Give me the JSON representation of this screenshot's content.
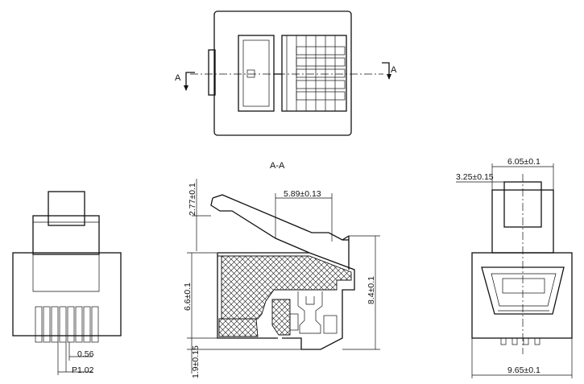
{
  "section": {
    "marker_left": "A",
    "marker_right": "A",
    "view_title": "A-A"
  },
  "dimensions": {
    "d_0_56": "0.56",
    "d_p1_02": "P1.02",
    "d_2_77": "2.77±0.1",
    "d_5_89": "5.89±0.13",
    "d_6_6": "6.6±0.1",
    "d_8_4": "8.4±0.1",
    "d_1_9": "1.9±0.15",
    "d_6_05": "6.05±0.1",
    "d_3_25": "3.25±0.15",
    "d_9_65": "9.65±0.1"
  }
}
